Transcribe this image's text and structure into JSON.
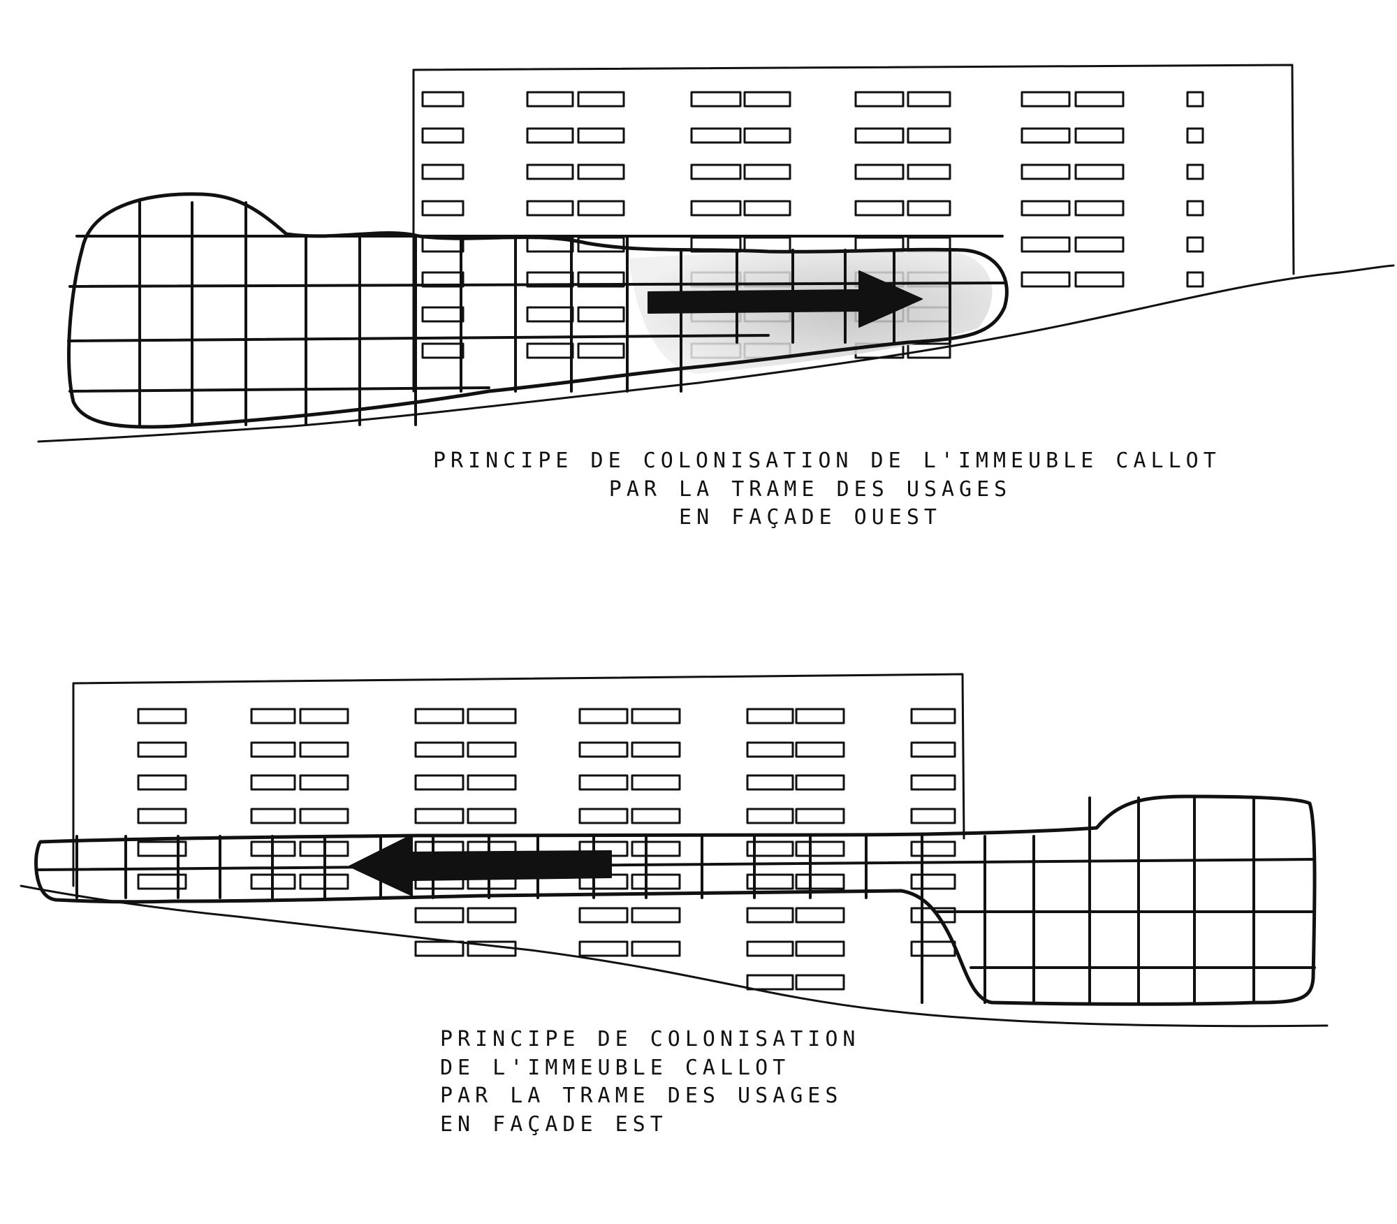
{
  "captions": {
    "west": {
      "line1": "PRINCIPE DE COLONISATION DE L'IMMEUBLE CALLOT",
      "line2": "PAR LA TRAME DES USAGES",
      "line3": "EN FAÇADE OUEST"
    },
    "east": {
      "line1": "PRINCIPE DE COLONISATION",
      "line2": "DE L'IMMEUBLE CALLOT",
      "line3": "PAR LA TRAME DES USAGES",
      "line4": "EN FAÇADE EST"
    }
  },
  "colors": {
    "ink": "#111111",
    "paper": "#ffffff",
    "shade": "#d4d4d4"
  },
  "icons": {
    "west_arrow": "arrow-right-icon",
    "east_arrow": "arrow-left-icon"
  }
}
